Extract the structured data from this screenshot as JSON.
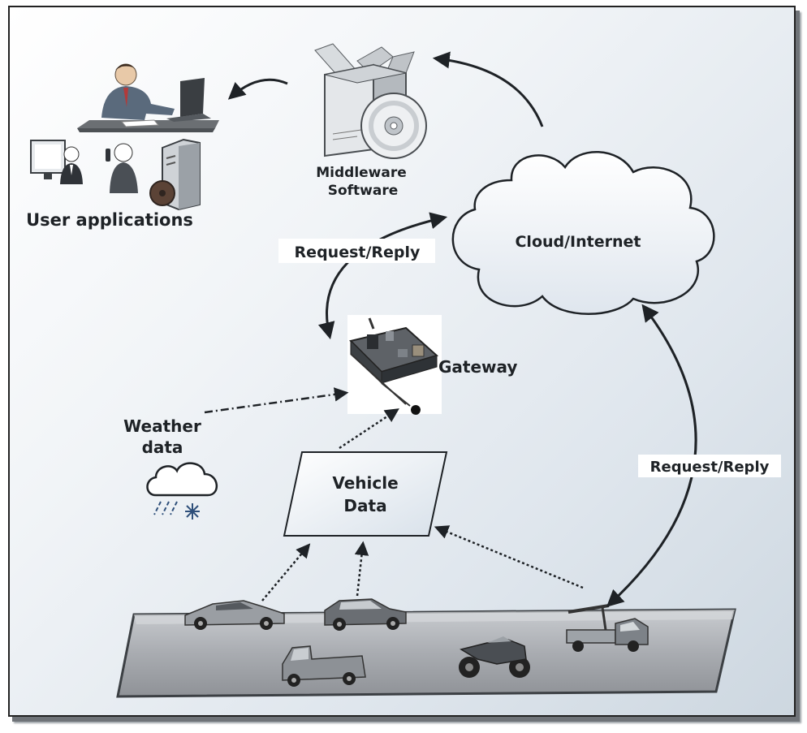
{
  "labels": {
    "user_applications": "User applications",
    "middleware_line1": "Middleware",
    "middleware_line2": "Software",
    "cloud": "Cloud/Internet",
    "request_reply_top": "Request/Reply",
    "request_reply_right": "Request/Reply",
    "gateway": "Gateway",
    "weather_line1": "Weather",
    "weather_line2": "data",
    "vehicle_line1": "Vehicle",
    "vehicle_line2": "Data"
  },
  "icons": {
    "user": "businessman-at-desk-icon",
    "middleware": "software-box-cd-icon",
    "cloud": "cloud-icon",
    "gateway": "gateway-board-icon",
    "weather": "snow-rain-cloud-icon",
    "vehicles": [
      "sports-car-icon",
      "hatchback-car-icon",
      "small-truck-icon",
      "motorcycle-icon",
      "crane-truck-icon"
    ]
  },
  "colors": {
    "frame_border": "#222222",
    "arrow": "#1e2226",
    "platform": "#9a9da2"
  }
}
